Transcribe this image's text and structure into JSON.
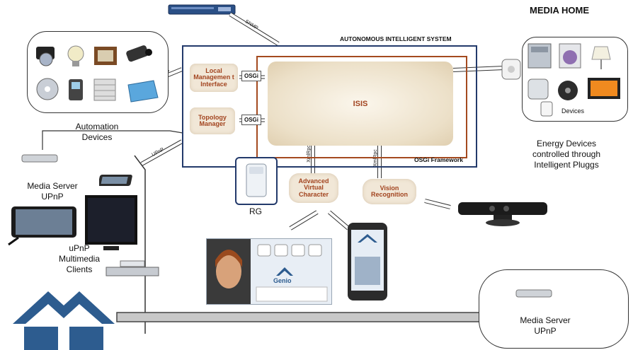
{
  "header": {
    "media_home": "MEDIA HOME"
  },
  "system": {
    "title": "AUTONOMOUS INTELLIGENT SYSTEM",
    "framework": "OSGi Framework",
    "isis": "ISIS",
    "local_mgmt": "Local Managemen t Interface",
    "topology": "Topology Manager",
    "osgi_tag": "OSGi"
  },
  "connectors": {
    "snmp": "SNMP",
    "upnp_top": "UPnP",
    "upnp_bottom": "UPnP",
    "xmlrpc_left": "XmlRpc",
    "xmlrpc_right": "XmlRpc"
  },
  "modules": {
    "avc": "Advanced Virtual Character",
    "vision": "Vision Recognition",
    "rg": "RG",
    "genio": "Genio"
  },
  "left": {
    "automation": "Automation Devices",
    "media_server": "Media Server UPnP",
    "upnp_clients": "uPnP Multimedia Clients"
  },
  "right": {
    "devices": "Devices",
    "energy": "Energy Devices controlled through Intelligent Pluggs",
    "media_server": "Media Server UPnP"
  }
}
